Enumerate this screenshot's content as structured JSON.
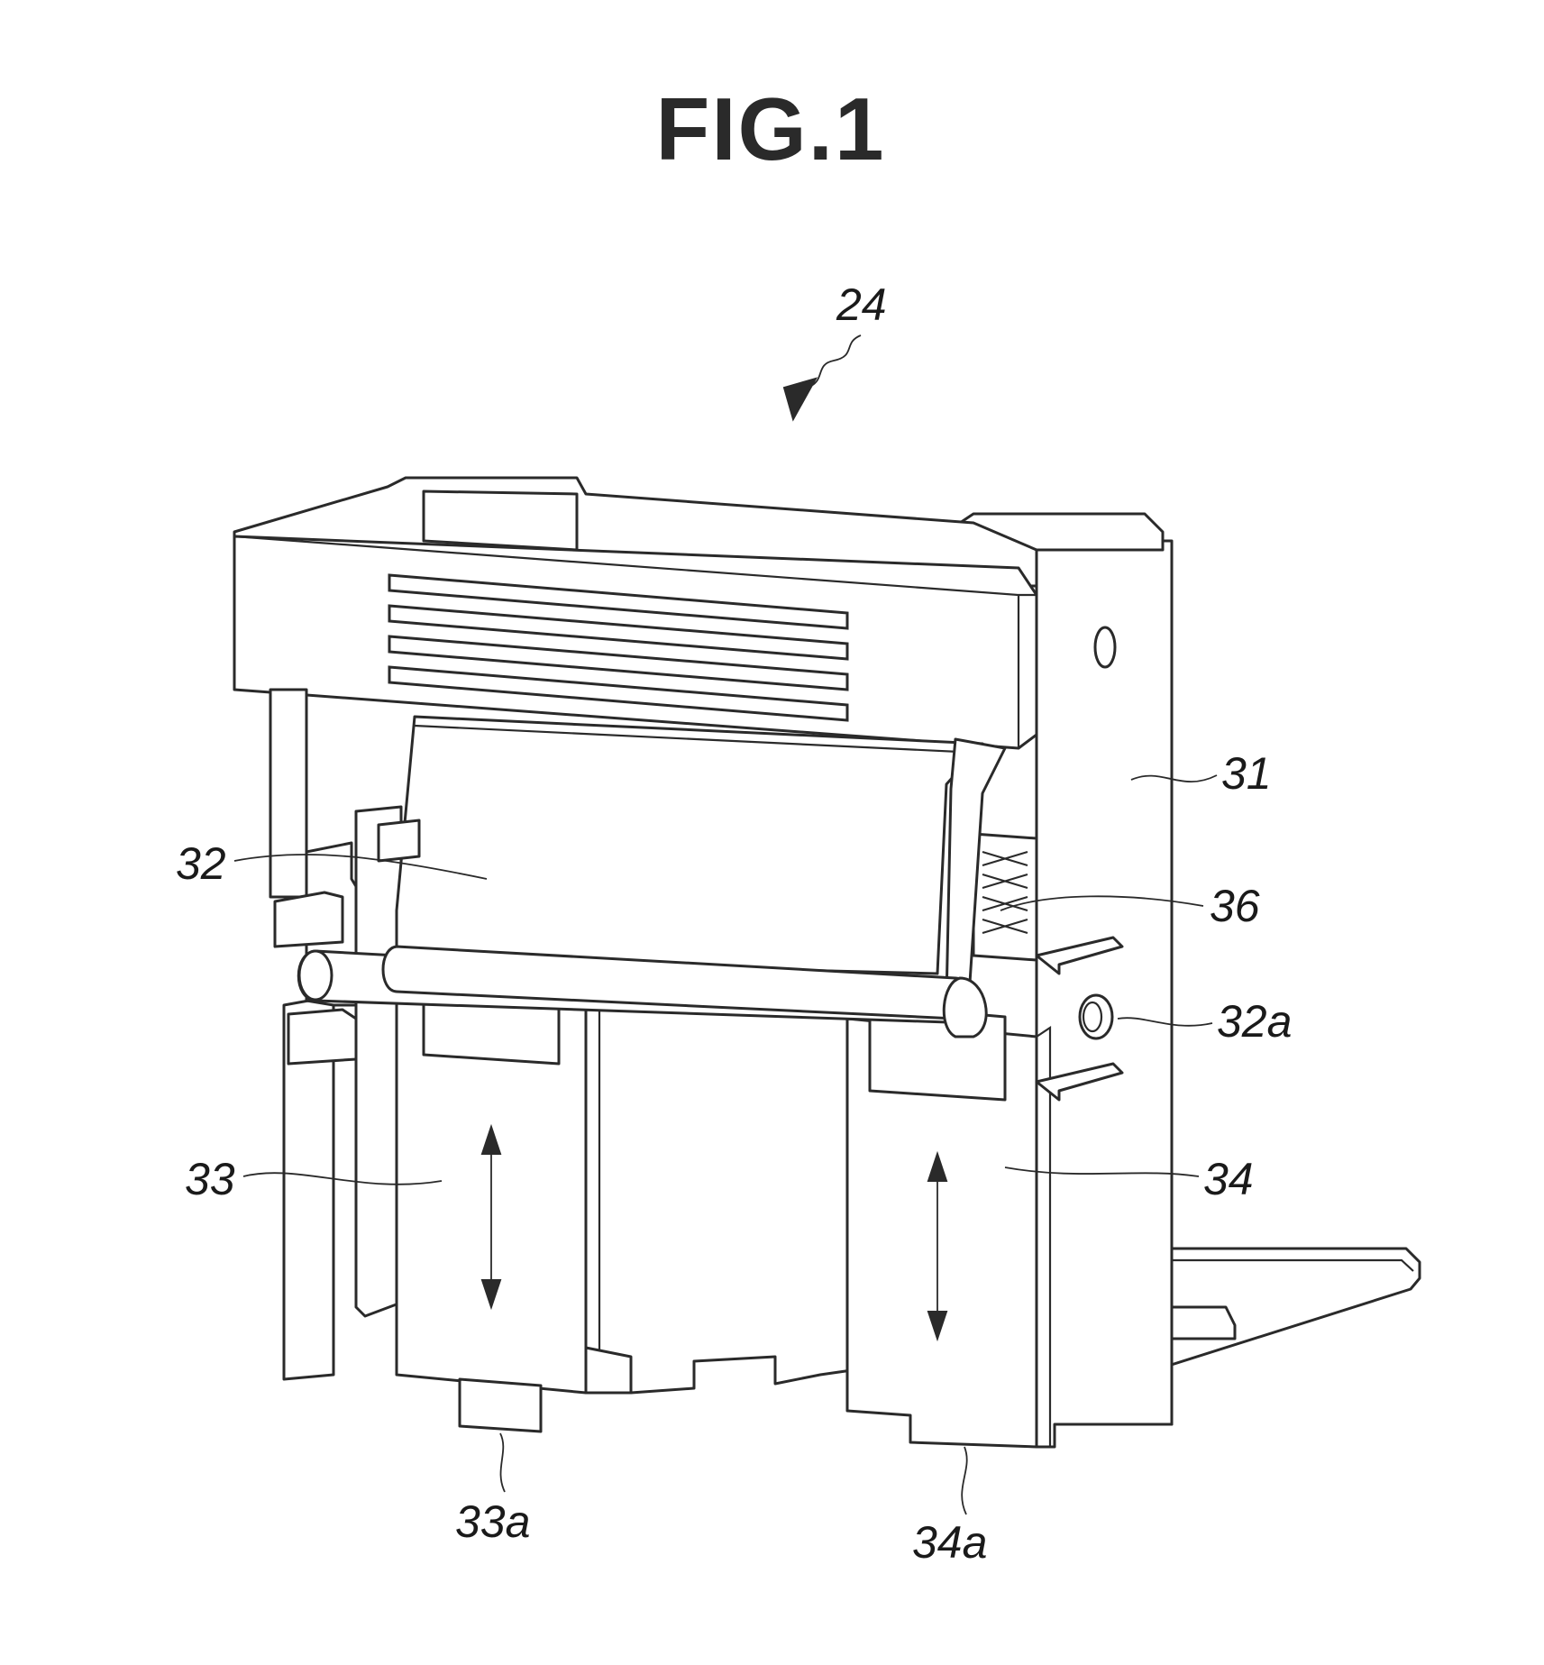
{
  "figure": {
    "title": "FIG.1",
    "labels": {
      "assembly": "24",
      "frame": "31",
      "cover": "32",
      "cover_shaft": "32a",
      "left_slider": "33",
      "left_slider_tab": "33a",
      "right_slider": "34",
      "right_slider_tab": "34a",
      "spring": "36"
    }
  }
}
